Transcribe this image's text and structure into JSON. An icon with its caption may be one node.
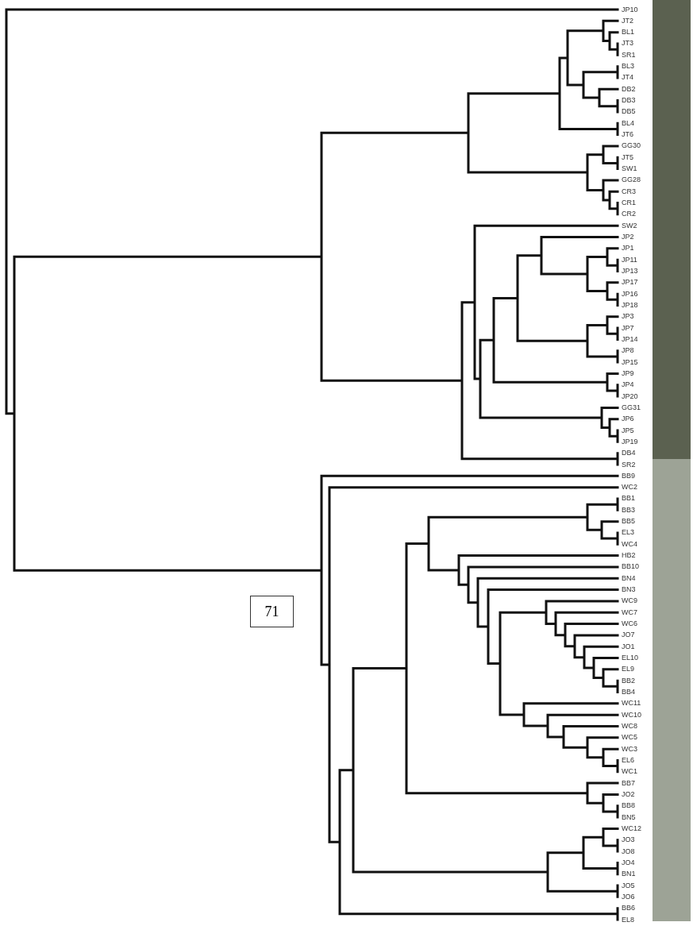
{
  "diagram": {
    "nodes": [
      {
        "text": [
          "71"
        ]
      },
      {
        "text": [],
        "shape": "bar"
      },
      {
        "text": [],
        "shape": "bar"
      }
    ],
    "labels": [
      "JP10",
      "JT2",
      "BL1",
      "JT3",
      "SR1",
      "BL3",
      "JT4",
      "DB2",
      "DB3",
      "DB5",
      "BL4",
      "JT6",
      "GG30",
      "JT5",
      "SW1",
      "GG28",
      "CR3",
      "CR1",
      "CR2",
      "SW2",
      "JP2",
      "JP1",
      "JP11",
      "JP13",
      "JP17",
      "JP16",
      "JP18",
      "JP3",
      "JP7",
      "JP14",
      "JP8",
      "JP15",
      "JP9",
      "JP4",
      "JP20",
      "GG31",
      "JP6",
      "JP5",
      "JP19",
      "DB4",
      "SR2",
      "BB9",
      "WC2",
      "BB1",
      "BB3",
      "BB5",
      "EL3",
      "WC4",
      "HB2",
      "BB10",
      "BN4",
      "BN3",
      "WC9",
      "WC7",
      "WC6",
      "JO7",
      "JO1",
      "EL10",
      "EL9",
      "BB2",
      "BB4",
      "WC11",
      "WC10",
      "WC8",
      "WC5",
      "WC3",
      "EL6",
      "WC1",
      "BB7",
      "JO2",
      "BB8",
      "BN5",
      "WC12",
      "JO3",
      "JO8",
      "JO4",
      "BN1",
      "JO5",
      "JO6",
      "BB6",
      "EL8"
    ]
  }
}
